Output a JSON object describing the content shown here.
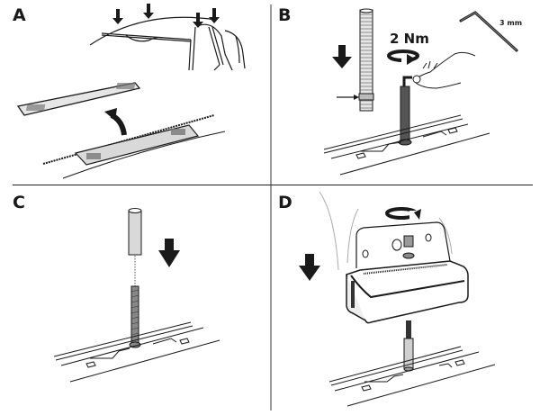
{
  "panels": [
    {
      "id": "A",
      "label": "A"
    },
    {
      "id": "B",
      "label": "B",
      "torque": "2 Nm",
      "tool_size": "3 mm"
    },
    {
      "id": "C",
      "label": "C"
    },
    {
      "id": "D",
      "label": "D"
    }
  ],
  "colors": {
    "line": "#1a1a1a",
    "fill_gray": "#d9d9d9",
    "divider_v": "#9a9a9a",
    "divider_h": "#222222"
  }
}
